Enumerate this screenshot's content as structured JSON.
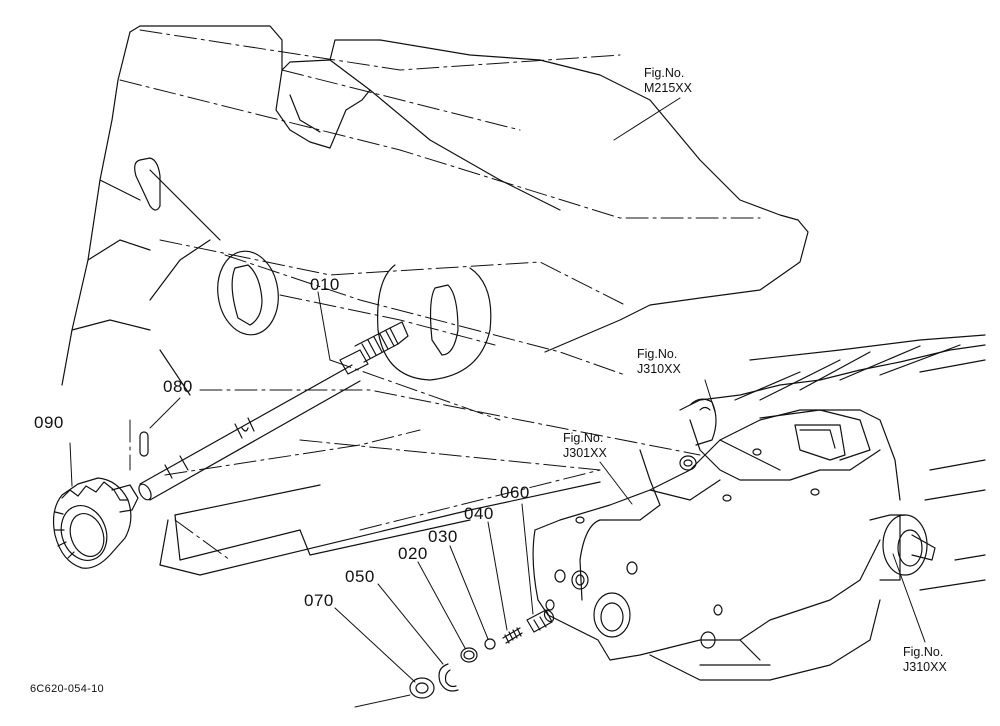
{
  "diagram": {
    "drawing_code": "6C620-054-10",
    "part_numbers": [
      "010",
      "020",
      "030",
      "040",
      "050",
      "060",
      "070",
      "080",
      "090"
    ],
    "figure_refs": [
      {
        "label": "Fig.No.",
        "number": "M215XX"
      },
      {
        "label": "Fig.No.",
        "number": "J310XX"
      },
      {
        "label": "Fig.No.",
        "number": "J301XX"
      },
      {
        "label": "Fig.No.",
        "number": "J310XX"
      }
    ]
  }
}
